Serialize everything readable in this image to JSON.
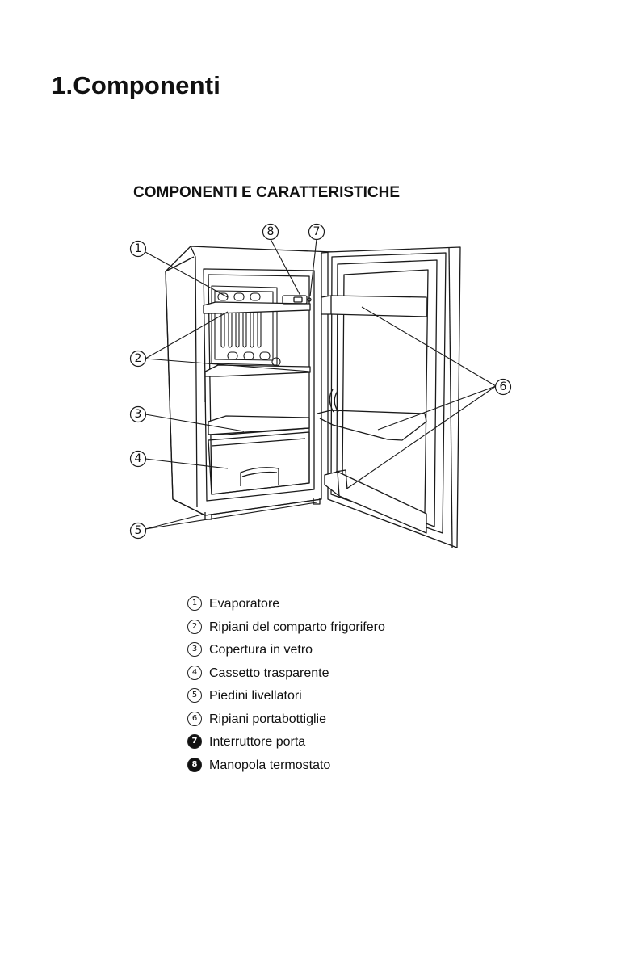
{
  "page_title": "1.Componenti",
  "diagram_title": "COMPONENTI E CARATTERISTICHE",
  "callouts": [
    "1",
    "2",
    "3",
    "4",
    "5",
    "6",
    "7",
    "8"
  ],
  "legend": [
    {
      "num": "1",
      "label": "Evaporatore"
    },
    {
      "num": "2",
      "label": "Ripiani del comparto frigorifero"
    },
    {
      "num": "3",
      "label": "Copertura in vetro"
    },
    {
      "num": "4",
      "label": "Cassetto trasparente"
    },
    {
      "num": "5",
      "label": "Piedini livellatori"
    },
    {
      "num": "6",
      "label": "Ripiani portabottiglie"
    },
    {
      "num": "7",
      "label": "Interruttore porta"
    },
    {
      "num": "8",
      "label": "Manopola termostato"
    }
  ]
}
